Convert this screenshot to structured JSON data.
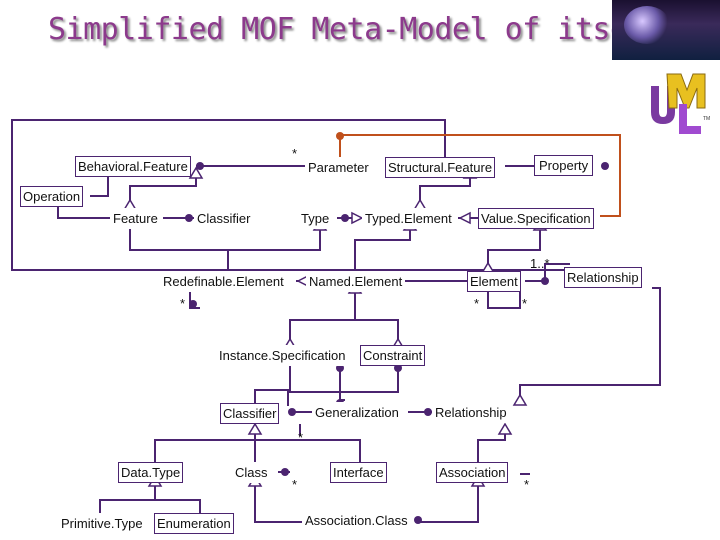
{
  "title": "Simplified MOF Meta-Model of itself",
  "nodes": {
    "behavioral_feature": "Behavioral.Feature",
    "parameter": "Parameter",
    "structural_feature": "Structural.Feature",
    "property": "Property",
    "operation": "Operation",
    "feature": "Feature",
    "classifier_top": "Classifier",
    "type": "Type",
    "typed_element": "Typed.Element",
    "value_specification": "Value.Specification",
    "redefinable_element": "Redefinable.Element",
    "named_element": "Named.Element",
    "element": "Element",
    "relationship_top": "Relationship",
    "instance_specification": "Instance.Specification",
    "constraint": "Constraint",
    "classifier_mid": "Classifier",
    "generalization": "Generalization",
    "relationship_mid": "Relationship",
    "data_type": "Data.Type",
    "class": "Class",
    "interface": "Interface",
    "association": "Association",
    "primitive_type": "Primitive.Type",
    "enumeration": "Enumeration",
    "association_class": "Association.Class"
  },
  "multiplicities": {
    "param_star": "*",
    "element_one_star": "1..*",
    "redef_star": "*",
    "element_star_left": "*",
    "element_star_right": "*",
    "gen_star": "*",
    "class_star": "*",
    "assoc_star": "*"
  },
  "logo": {
    "text": "UML",
    "colors": [
      "#7a3aa0",
      "#e8c020",
      "#a04ad0"
    ]
  }
}
